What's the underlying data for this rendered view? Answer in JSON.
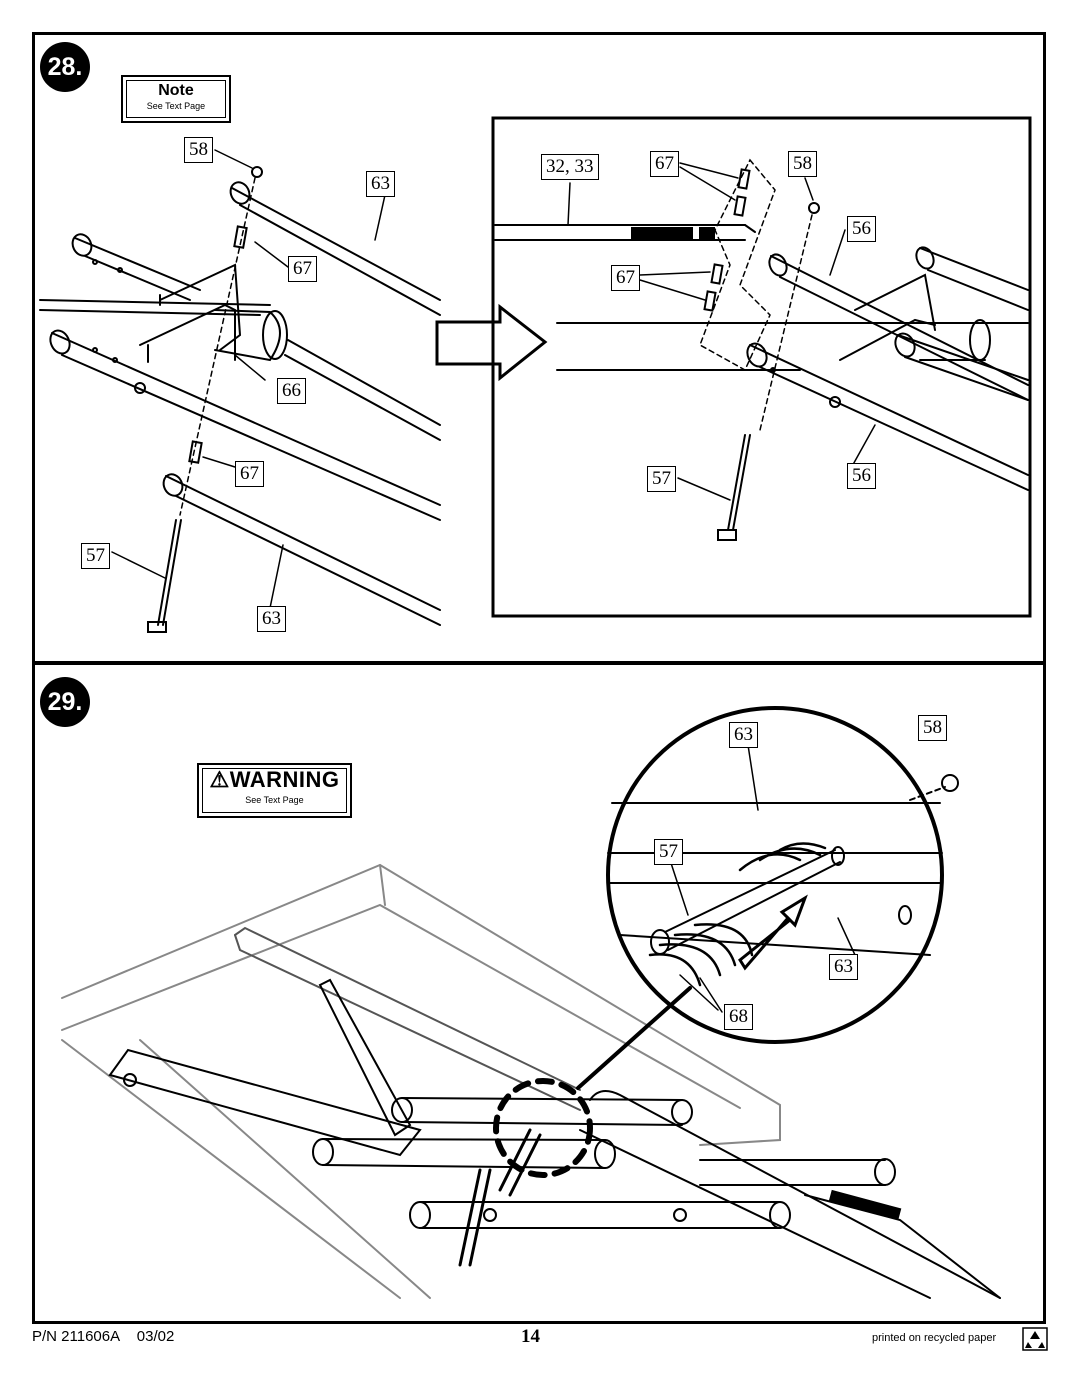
{
  "steps": [
    {
      "number": "28.",
      "note": {
        "title": "Note",
        "subtitle": "See Text Page"
      },
      "left_callouts": [
        "58",
        "63",
        "67",
        "66",
        "67",
        "57",
        "63"
      ],
      "inset_callouts": [
        "32, 33",
        "67",
        "58",
        "56",
        "67",
        "57",
        "56"
      ]
    },
    {
      "number": "29.",
      "warning": {
        "title": "WARNING",
        "subtitle": "See Text Page"
      },
      "callouts": [
        "63",
        "58",
        "57",
        "63",
        "68"
      ]
    }
  ],
  "footer": {
    "part_number": "P/N 211606A",
    "date": "03/02",
    "page": "14",
    "recycled": "printed on recycled paper"
  }
}
